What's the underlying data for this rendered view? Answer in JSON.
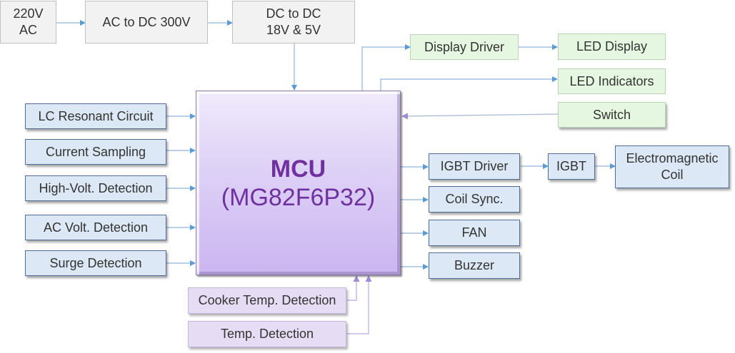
{
  "diagram": {
    "colors": {
      "power_fill": "#f2f2f2",
      "ui_fill": "#e6f7e1",
      "io_fill": "#dce8f5",
      "temp_fill": "#e6ddf5",
      "mcu_text": "#7030a0",
      "arrow_blue": "#5b9bd5",
      "arrow_purple": "#a08ad6"
    },
    "power_chain": {
      "source": "220V\nAC",
      "ac_dc": "AC  to DC 300V",
      "dc_dc": "DC  to DC\n18V & 5V"
    },
    "mcu": {
      "title": "MCU",
      "part": "(MG82F6P32)"
    },
    "inputs_left": [
      "LC Resonant Circuit",
      "Current Sampling",
      "High-Volt. Detection",
      "AC Volt. Detection",
      "Surge Detection"
    ],
    "inputs_bottom": [
      "Cooker Temp. Detection",
      "Temp. Detection"
    ],
    "user_interface": {
      "display_driver": "Display Driver",
      "led_display": "LED Display",
      "led_indicators": "LED Indicators",
      "switch": "Switch"
    },
    "outputs_right": {
      "igbt_driver": "IGBT Driver",
      "igbt": "IGBT",
      "coil": "Electromagnetic\nCoil",
      "coil_sync": "Coil Sync.",
      "fan": "FAN",
      "buzzer": "Buzzer"
    }
  }
}
